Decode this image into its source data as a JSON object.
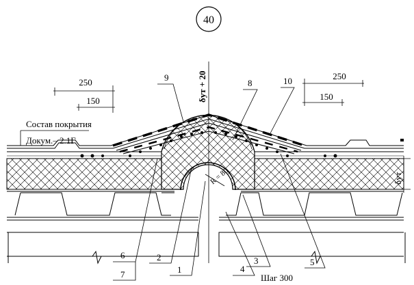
{
  "figure_number": "40",
  "dimensions": {
    "left_outer": "250",
    "left_inner": "150",
    "right_outer": "250",
    "right_inner": "150",
    "top_thickness": "δут + 20",
    "side_thickness": "δут",
    "radius": "R = 80"
  },
  "note": {
    "line1": "Состав покрытия",
    "line2": "Докум.– 2.1Г"
  },
  "callouts": {
    "c1": "1",
    "c2": "2",
    "c3": "3",
    "c4": "4",
    "c5": "5",
    "c6": "6",
    "c7": "7",
    "c8": "8",
    "c9": "9",
    "c10": "10",
    "step": "Шаг 300"
  }
}
